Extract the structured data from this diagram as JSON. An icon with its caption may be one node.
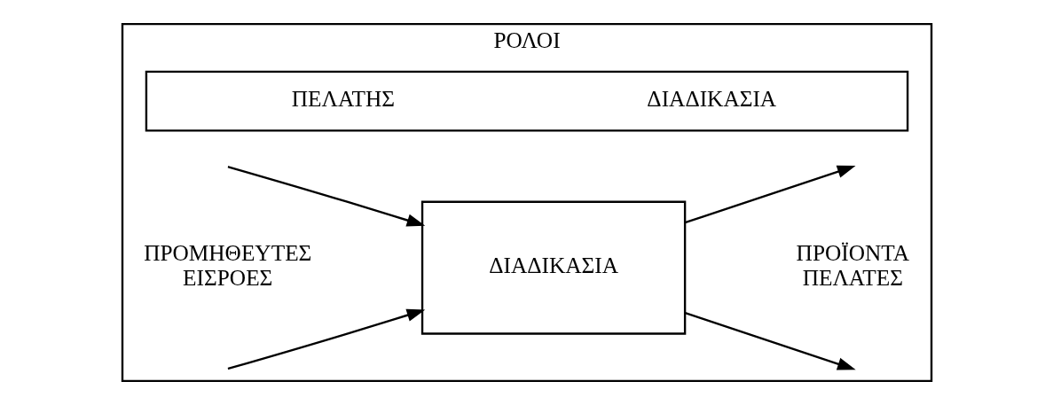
{
  "diagram": {
    "nodes": [
      {
        "text": [
          "ΡΟΛΟΙ"
        ]
      },
      {
        "text": [
          "ΠΕΛΑΤΗΣ",
          "ΔΙΑΔΙΚΑΣΙΑ"
        ],
        "in": 0
      },
      {
        "text": [
          "ΔΙΑΔΙΚΑΣΙΑ"
        ],
        "in": 0
      }
    ],
    "edges": [
      {
        "from": null,
        "to": 2,
        "arrow": "to"
      },
      {
        "from": null,
        "to": 2,
        "arrow": "to"
      },
      {
        "from": 2,
        "to": null,
        "arrow": "to"
      },
      {
        "from": 2,
        "to": null,
        "arrow": "to"
      }
    ],
    "labels": [
      "ΠΡΟΜΗΘΕΥΤΕΣ ΕΙΣΡΟΕΣ",
      "ΠΡΟΪΟΝΤΑ ΠΕΛΑΤΕΣ"
    ]
  }
}
